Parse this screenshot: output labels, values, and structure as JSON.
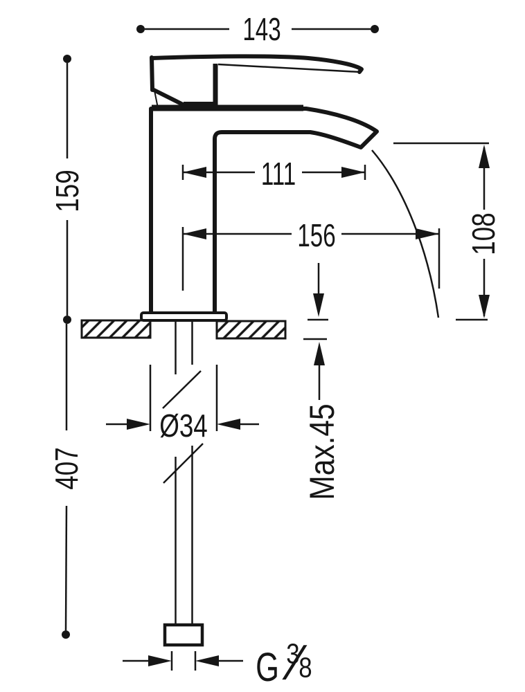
{
  "drawing": {
    "background": "#ffffff",
    "line_color": "#161616",
    "dimensions": {
      "overall_width": "143",
      "deck_to_top_height": "159",
      "spout_reach": "111",
      "stream_reach": "156",
      "outlet_height": "108",
      "body_diameter": "Ø34",
      "max_deck_thickness": "Max.45",
      "supply_length": "407",
      "thread": {
        "prefix": "G",
        "numerator": "3",
        "slash": "⁄",
        "denominator": "8"
      }
    }
  }
}
